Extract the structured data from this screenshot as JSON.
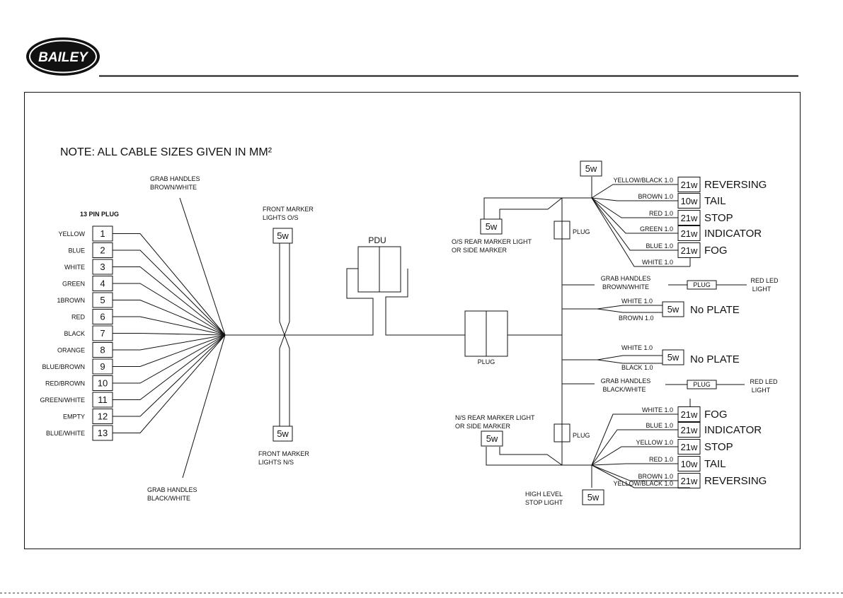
{
  "brand": {
    "logo_text": "BAILEY"
  },
  "note": "NOTE: ALL CABLE SIZES GIVEN IN MM²",
  "plug": {
    "title": "13 PIN PLUG",
    "pins": [
      {
        "label": "YELLOW",
        "num": "1"
      },
      {
        "label": "BLUE",
        "num": "2"
      },
      {
        "label": "WHITE",
        "num": "3"
      },
      {
        "label": "GREEN",
        "num": "4"
      },
      {
        "label": "1BROWN",
        "num": "5"
      },
      {
        "label": "RED",
        "num": "6"
      },
      {
        "label": "BLACK",
        "num": "7"
      },
      {
        "label": "ORANGE",
        "num": "8"
      },
      {
        "label": "BLUE/BROWN",
        "num": "9"
      },
      {
        "label": "RED/BROWN",
        "num": "10"
      },
      {
        "label": "GREEN/WHITE",
        "num": "11"
      },
      {
        "label": "EMPTY",
        "num": "12"
      },
      {
        "label": "BLUE/WHITE",
        "num": "13"
      }
    ]
  },
  "front": {
    "grab_top": [
      "GRAB HANDLES",
      "BROWN/WHITE"
    ],
    "grab_bottom": [
      "GRAB HANDLES",
      "BLACK/WHITE"
    ],
    "marker_os": [
      "FRONT MARKER",
      "LIGHTS O/S"
    ],
    "marker_ns": [
      "FRONT MARKER",
      "LIGHTS N/S"
    ],
    "marker_os_rating": "5w",
    "marker_ns_rating": "5w"
  },
  "pdu": {
    "label": "PDU"
  },
  "center_plug": {
    "label": "PLUG"
  },
  "rear": {
    "os_marker": {
      "rating": "5w",
      "lines": [
        "O/S REAR MARKER LIGHT",
        "OR SIDE MARKER"
      ]
    },
    "ns_marker": {
      "rating": "5w",
      "lines": [
        "N/S REAR MARKER LIGHT",
        "OR SIDE MARKER"
      ]
    },
    "top_single_rating": "5w",
    "high_level": {
      "rating": "5w",
      "lines": [
        "HIGH LEVEL",
        "STOP LIGHT"
      ]
    },
    "plug_label": "PLUG",
    "top_cluster": [
      {
        "wire": "YELLOW/BLACK 1.0",
        "rating": "21w",
        "name": "REVERSING"
      },
      {
        "wire": "BROWN 1.0",
        "rating": "10w",
        "name": "TAIL"
      },
      {
        "wire": "RED 1.0",
        "rating": "21w",
        "name": "STOP"
      },
      {
        "wire": "GREEN 1.0",
        "rating": "21w",
        "name": "INDICATOR"
      },
      {
        "wire": "BLUE 1.0",
        "rating": "21w",
        "name": "FOG"
      },
      {
        "wire": "WHITE 1.0",
        "rating": "",
        "name": ""
      }
    ],
    "bottom_cluster": [
      {
        "wire": "WHITE 1.0",
        "rating": "21w",
        "name": "FOG"
      },
      {
        "wire": "BLUE 1.0",
        "rating": "21w",
        "name": "INDICATOR"
      },
      {
        "wire": "YELLOW 1.0",
        "rating": "21w",
        "name": "STOP"
      },
      {
        "wire": "RED 1.0",
        "rating": "10w",
        "name": "TAIL"
      },
      {
        "wire": "BROWN 1.0",
        "rating": "21w",
        "name": "REVERSING"
      },
      {
        "wire": "YELLOW/BLACK 1.0",
        "rating": "",
        "name": ""
      }
    ],
    "grab_top": {
      "lines": [
        "GRAB HANDLES",
        "BROWN/WHITE"
      ],
      "plug": "PLUG",
      "led": [
        "RED LED",
        "LIGHT"
      ]
    },
    "grab_bottom": {
      "lines": [
        "GRAB HANDLES",
        "BLACK/WHITE"
      ],
      "plug": "PLUG",
      "led": [
        "RED LED",
        "LIGHT"
      ]
    },
    "plate_top": {
      "wire_a": "WHITE 1.0",
      "wire_b": "BROWN 1.0",
      "rating": "5w",
      "name": "No PLATE"
    },
    "plate_bottom": {
      "wire_a": "WHITE 1.0",
      "wire_b": "BLACK 1.0",
      "rating": "5w",
      "name": "No PLATE"
    }
  }
}
